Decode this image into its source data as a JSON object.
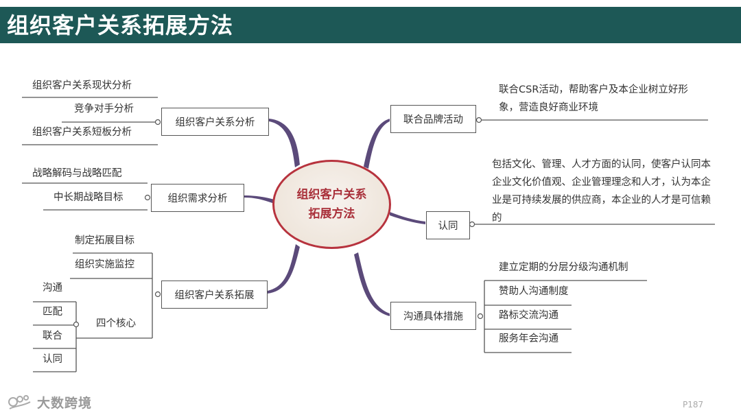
{
  "title": "组织客户关系拓展方法",
  "center": {
    "line1": "组织客户关系",
    "line2": "拓展方法"
  },
  "left": {
    "branch1": {
      "label": "组织客户关系分析",
      "items": [
        "组织客户关系现状分析",
        "竞争对手分析",
        "组织客户关系短板分析"
      ]
    },
    "branch2": {
      "label": "组织需求分析",
      "items": [
        "战略解码与战略匹配",
        "中长期战略目标"
      ]
    },
    "branch3": {
      "label": "组织客户关系拓展",
      "items": [
        "制定拓展目标",
        "组织实施监控",
        "四个核心"
      ],
      "core": [
        "沟通",
        "匹配",
        "联合",
        "认同"
      ]
    }
  },
  "right": {
    "branch1": {
      "label": "联合品牌活动",
      "text": "联合CSR活动，帮助客户及本企业树立好形象，营造良好商业环境"
    },
    "branch2": {
      "label": "认同",
      "text": "包括文化、管理、人才方面的认同，使客户认同本企业文化价值观、企业管理理念和人才，认为本企业是可持续发展的供应商，本企业的人才是可信赖的"
    },
    "branch3": {
      "label": "沟通具体措施",
      "items": [
        "建立定期的分层分级沟通机制",
        "赞助人沟通制度",
        "路标交流沟通",
        "服务年会沟通"
      ]
    }
  },
  "footer": {
    "logo_text": "大数跨境",
    "page": "P187"
  },
  "colors": {
    "header_bg": "#1d5856",
    "branch": "#5b4a7a",
    "center_border": "#b7333e",
    "center_text": "#a9303a"
  }
}
